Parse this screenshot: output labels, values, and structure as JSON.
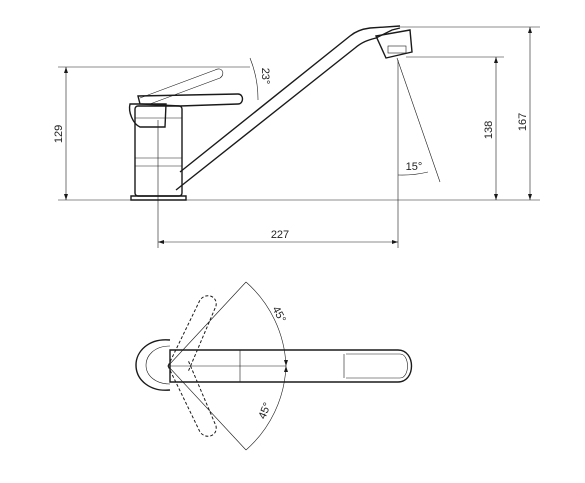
{
  "dimensions": {
    "total_height": "167",
    "spout_height": "138",
    "body_height": "129",
    "reach": "227",
    "lever_angle": "23°",
    "aerator_angle": "15°",
    "swivel_angle_upper": "45°",
    "swivel_angle_lower": "45°"
  }
}
